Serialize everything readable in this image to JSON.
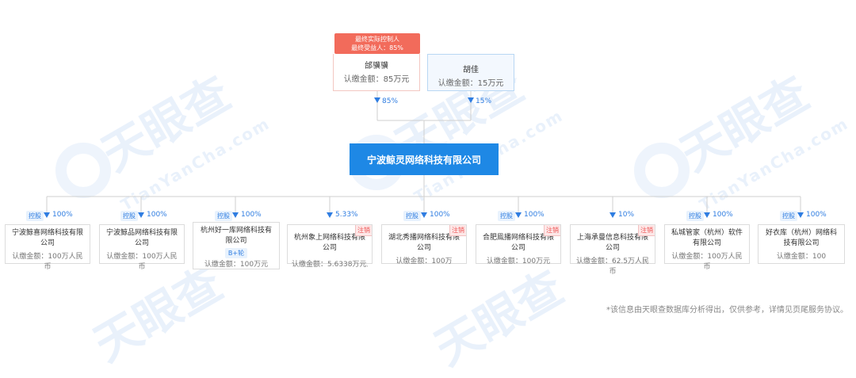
{
  "shareholders": [
    {
      "name": "邰骥骥",
      "capital": "认缴金额：85万元",
      "percent": "85%",
      "badge_line1": "最终实际控制人",
      "badge_line2": "最终受益人：85%"
    },
    {
      "name": "胡佳",
      "capital": "认缴金额：15万元",
      "percent": "15%"
    }
  ],
  "company": {
    "name": "宁波鲸灵网络科技有限公司"
  },
  "subsidiaries": [
    {
      "tag": "控股",
      "percent": "100%",
      "name": "宁波鲸喜网络科技有限公司",
      "capital": "认缴金额：100万人民币",
      "cancelled": ""
    },
    {
      "tag": "控股",
      "percent": "100%",
      "name": "宁波鲸品网络科技有限公司",
      "capital": "认缴金额：100万人民币",
      "cancelled": ""
    },
    {
      "tag": "控股",
      "percent": "100%",
      "name": "杭州好一库网络科技有限公司",
      "round": "B+轮",
      "capital": "认缴金额：100万元",
      "cancelled": ""
    },
    {
      "tag": "",
      "percent": "5.33%",
      "name": "杭州象上网络科技有限公司",
      "capital": "认缴金额：5.6338万元人...",
      "cancelled": "注销"
    },
    {
      "tag": "控股",
      "percent": "100%",
      "name": "湖北秀播网络科技有限公司",
      "capital": "认缴金额：100万",
      "cancelled": "注销"
    },
    {
      "tag": "控股",
      "percent": "100%",
      "name": "合肥鳯播网络科技有限公司",
      "capital": "认缴金额：100万元",
      "cancelled": "注销"
    },
    {
      "tag": "",
      "percent": "10%",
      "name": "上海承曼信息科技有限公司",
      "capital": "认缴金额：62.5万人民币",
      "cancelled": "注销"
    },
    {
      "tag": "控股",
      "percent": "100%",
      "name": "私城管家（杭州）软件有限公司",
      "capital": "认缴金额：100万人民币",
      "cancelled": ""
    },
    {
      "tag": "控股",
      "percent": "100%",
      "name": "好衣库（杭州）网络科技有限公司",
      "capital": "认缴金额：100",
      "cancelled": ""
    }
  ],
  "watermark": {
    "brand": "天眼查",
    "domain": "TianYanCha.com"
  },
  "footnote": "*该信息由天眼查数据库分析得出，仅供参考，详情见页尾服务协议。",
  "colors": {
    "accent": "#1e88e5",
    "controller": "#f26b5b",
    "cancelled": "#e55555"
  }
}
